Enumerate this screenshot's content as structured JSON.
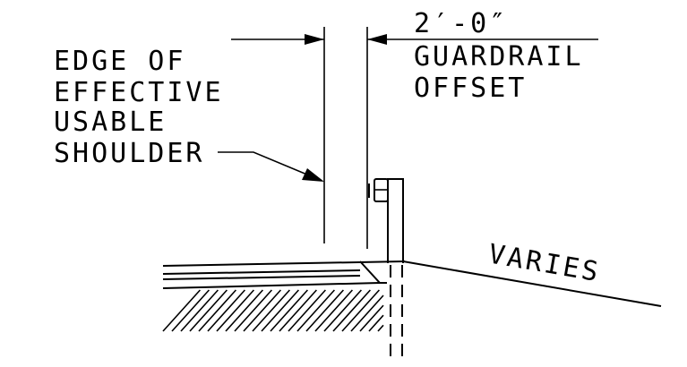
{
  "labels": {
    "shoulder_line1": "EDGE OF",
    "shoulder_line2": "EFFECTIVE",
    "shoulder_line3": "USABLE",
    "shoulder_line4": "SHOULDER",
    "dimension_value": "2′-0″",
    "offset_line1": "GUARDRAIL",
    "offset_line2": "OFFSET",
    "slope_label": "VARIES"
  },
  "colors": {
    "ink": "#000000",
    "background": "#ffffff"
  }
}
